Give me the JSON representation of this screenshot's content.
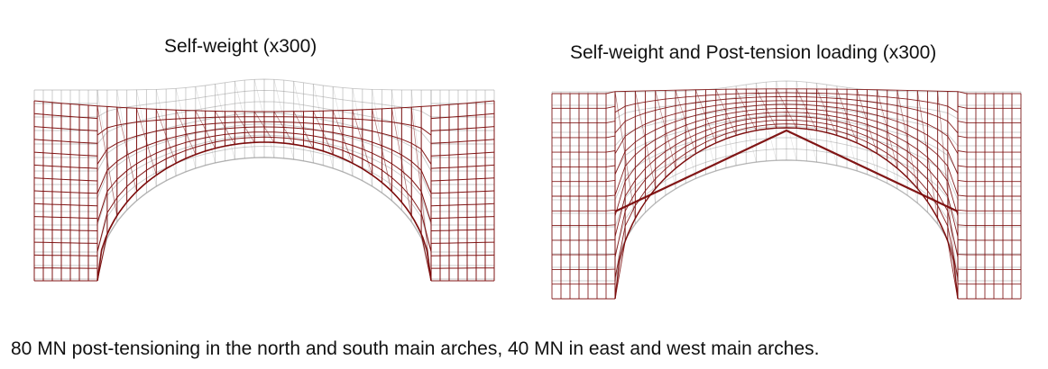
{
  "figure": {
    "left_title": "Self-weight (x300)",
    "right_title": "Self-weight and Post-tension loading (x300)",
    "caption": "80 MN post-tensioning in the north and south main arches, 40 MN in east and west main arches."
  },
  "colors": {
    "undeformed_mesh": "#9a9a9a",
    "deformed_mesh": "#7a0a0a",
    "background": "#ffffff",
    "text": "#111111"
  },
  "panels": [
    {
      "name": "self-weight",
      "deformation": "sag"
    },
    {
      "name": "self-weight-and-post-tension",
      "deformation": "hog"
    }
  ]
}
